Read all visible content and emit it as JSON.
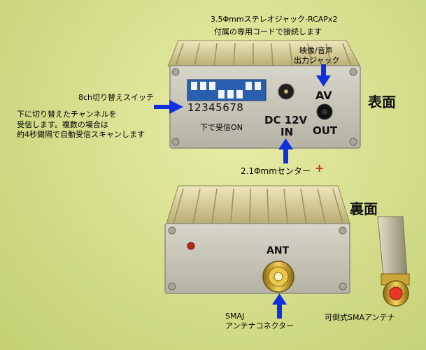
{
  "labels": {
    "rca_line1": "3.5Φmmステレオジャック-RCAPx2",
    "rca_line2": "付属の専用コードで接続します",
    "av_line1": "映像/音声",
    "av_line2": "出力ジャック",
    "switch_title": "8ch切り替えスイッチ",
    "switch_desc1": "下に切り替えたチャンネルを",
    "switch_desc2": "受信します。複数の場合は",
    "switch_desc3": "約4秒間隔で自動受信スキャンします",
    "dip_numbers": "12345678",
    "receive_on": "下で受信ON",
    "dc_label": "DC 12V",
    "in_label": "IN",
    "av_panel": "AV",
    "out_label": "OUT",
    "front_title": "表面",
    "power_center": "2.1Φmmセンター",
    "plus_sign": "+",
    "back_title": "裏面",
    "ant_label": "ANT",
    "sma_line1": "SMAJ",
    "sma_line2": "アンテナコネクター",
    "antenna_label": "可倒式SMAアンテナ"
  },
  "colors": {
    "arrow": "#1030e0",
    "plus": "#c83020",
    "panel": "#c8c6b8",
    "fins": "#d9cf98"
  }
}
